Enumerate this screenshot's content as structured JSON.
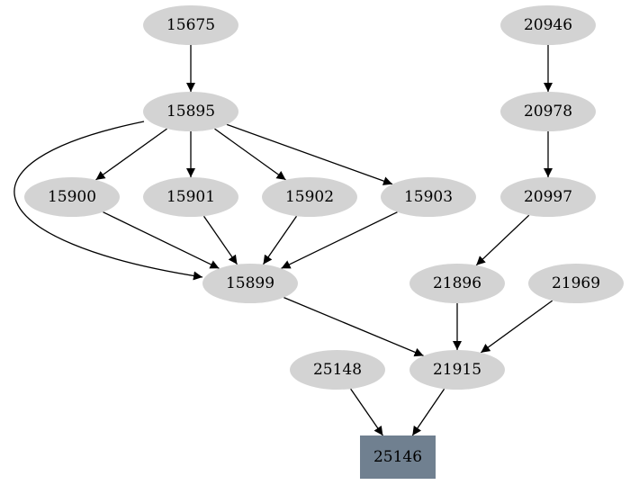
{
  "graph": {
    "colors": {
      "node_fill": "#d3d3d3",
      "highlight_fill": "#708090",
      "edge": "#000000",
      "background": "#ffffff"
    },
    "nodes": [
      {
        "id": "15675",
        "label": "15675",
        "shape": "ellipse"
      },
      {
        "id": "15895",
        "label": "15895",
        "shape": "ellipse"
      },
      {
        "id": "15900",
        "label": "15900",
        "shape": "ellipse"
      },
      {
        "id": "15901",
        "label": "15901",
        "shape": "ellipse"
      },
      {
        "id": "15902",
        "label": "15902",
        "shape": "ellipse"
      },
      {
        "id": "15903",
        "label": "15903",
        "shape": "ellipse"
      },
      {
        "id": "15899",
        "label": "15899",
        "shape": "ellipse"
      },
      {
        "id": "20946",
        "label": "20946",
        "shape": "ellipse"
      },
      {
        "id": "20978",
        "label": "20978",
        "shape": "ellipse"
      },
      {
        "id": "20997",
        "label": "20997",
        "shape": "ellipse"
      },
      {
        "id": "21896",
        "label": "21896",
        "shape": "ellipse"
      },
      {
        "id": "21969",
        "label": "21969",
        "shape": "ellipse"
      },
      {
        "id": "21915",
        "label": "21915",
        "shape": "ellipse"
      },
      {
        "id": "25148",
        "label": "25148",
        "shape": "ellipse"
      },
      {
        "id": "25146",
        "label": "25146",
        "shape": "box"
      }
    ],
    "edges": [
      {
        "from": "15675",
        "to": "15895"
      },
      {
        "from": "15895",
        "to": "15900"
      },
      {
        "from": "15895",
        "to": "15901"
      },
      {
        "from": "15895",
        "to": "15902"
      },
      {
        "from": "15895",
        "to": "15903"
      },
      {
        "from": "15895",
        "to": "15899"
      },
      {
        "from": "15900",
        "to": "15899"
      },
      {
        "from": "15901",
        "to": "15899"
      },
      {
        "from": "15902",
        "to": "15899"
      },
      {
        "from": "15903",
        "to": "15899"
      },
      {
        "from": "15899",
        "to": "21915"
      },
      {
        "from": "20946",
        "to": "20978"
      },
      {
        "from": "20978",
        "to": "20997"
      },
      {
        "from": "20997",
        "to": "21896"
      },
      {
        "from": "21896",
        "to": "21915"
      },
      {
        "from": "21969",
        "to": "21915"
      },
      {
        "from": "21915",
        "to": "25146"
      },
      {
        "from": "25148",
        "to": "25146"
      }
    ]
  }
}
